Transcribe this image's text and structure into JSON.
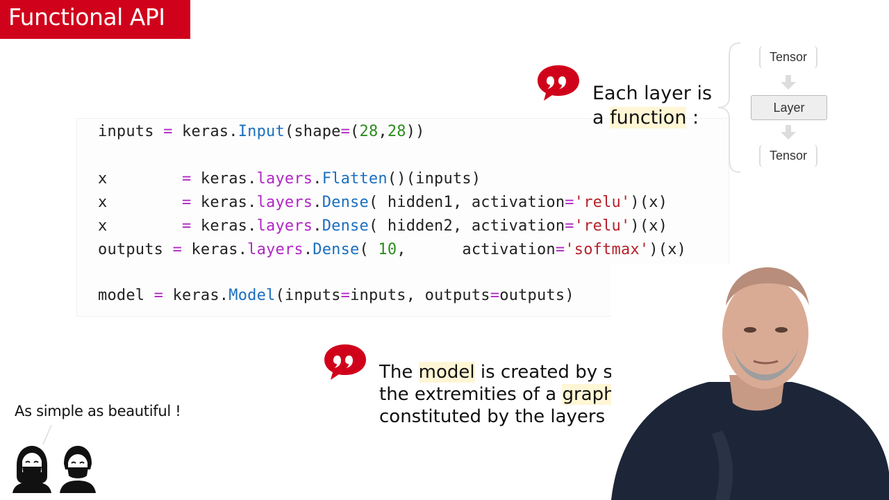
{
  "title": "Functional API",
  "code": {
    "line1": {
      "a": "inputs",
      "eq": " = ",
      "b": "keras.",
      "fn": "Input",
      "c": "(shape",
      "eq2": "=",
      "p1": "(",
      "n1": "28",
      "cm": ",",
      "n2": "28",
      "end": "))"
    },
    "line2": {
      "a": "x",
      "pad": "        ",
      "eq": "= ",
      "b": "keras.",
      "mod": "layers",
      "dot": ".",
      "fn": "Flatten",
      "c": "()(inputs)"
    },
    "line3": {
      "a": "x",
      "pad": "        ",
      "eq": "= ",
      "b": "keras.",
      "mod": "layers",
      "dot": ".",
      "fn": "Dense",
      "c": "( hidden1, activation",
      "eq2": "=",
      "s": "'relu'",
      "end": ")(x)"
    },
    "line4": {
      "a": "x",
      "pad": "        ",
      "eq": "= ",
      "b": "keras.",
      "mod": "layers",
      "dot": ".",
      "fn": "Dense",
      "c": "( hidden2, activation",
      "eq2": "=",
      "s": "'relu'",
      "end": ")(x)"
    },
    "line5": {
      "a": "outputs",
      "pad": " ",
      "eq": "= ",
      "b": "keras.",
      "mod": "layers",
      "dot": ".",
      "fn": "Dense",
      "c": "( ",
      "n": "10",
      "c2": ",      activation",
      "eq2": "=",
      "s": "'softmax'",
      "end": ")(x)"
    },
    "line6": {
      "a": "model",
      "eq": " = ",
      "b": "keras.",
      "fn": "Model",
      "c": "(inputs",
      "eq2": "=",
      "c2": "inputs, outputs",
      "eq3": "=",
      "end": "outputs)"
    }
  },
  "note1": {
    "line1": "Each layer is",
    "pre2": "a ",
    "hl": "function",
    "post2": " :"
  },
  "diagram": {
    "top": "Tensor",
    "middle": "Layer",
    "bottom": "Tensor"
  },
  "note2": {
    "p1": "The ",
    "hl1": "model",
    "p2": " is created by specifying",
    "p3": "the extremities of a ",
    "hl2": "graph",
    "p4": "constituted by the layers chain."
  },
  "caption": "As simple as beautiful !",
  "colors": {
    "brand": "#d0021b",
    "keyword": "#1a6fbf",
    "operator": "#b027c4",
    "number": "#2e8b20",
    "string": "#b5232a",
    "highlight": "#fff6d5"
  },
  "icons": [
    "quote-bubble-icon",
    "arrow-down-icon",
    "brace-icon",
    "masked-avatar-icon"
  ]
}
